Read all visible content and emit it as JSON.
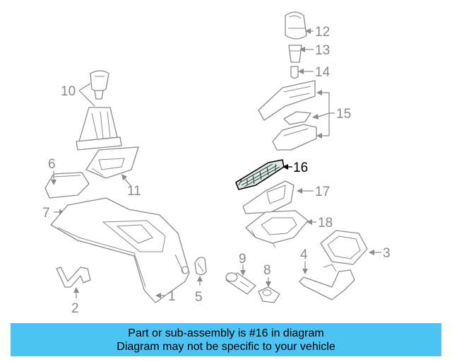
{
  "callouts": {
    "c1": "1",
    "c2": "2",
    "c3": "3",
    "c4": "4",
    "c5": "5",
    "c6": "6",
    "c7": "7",
    "c8": "8",
    "c9": "9",
    "c10": "10",
    "c11": "11",
    "c12": "12",
    "c13": "13",
    "c14": "14",
    "c15": "15",
    "c16": "16",
    "c17": "17",
    "c18": "18"
  },
  "highlighted_part": "16",
  "banner": {
    "line1": "Part or sub-assembly is #16 in diagram",
    "line2": "Diagram may not be specific to your vehicle"
  },
  "colors": {
    "banner_bg": "#4dc3f3",
    "line_art": "#8a8a8a",
    "highlight": "#000000"
  }
}
